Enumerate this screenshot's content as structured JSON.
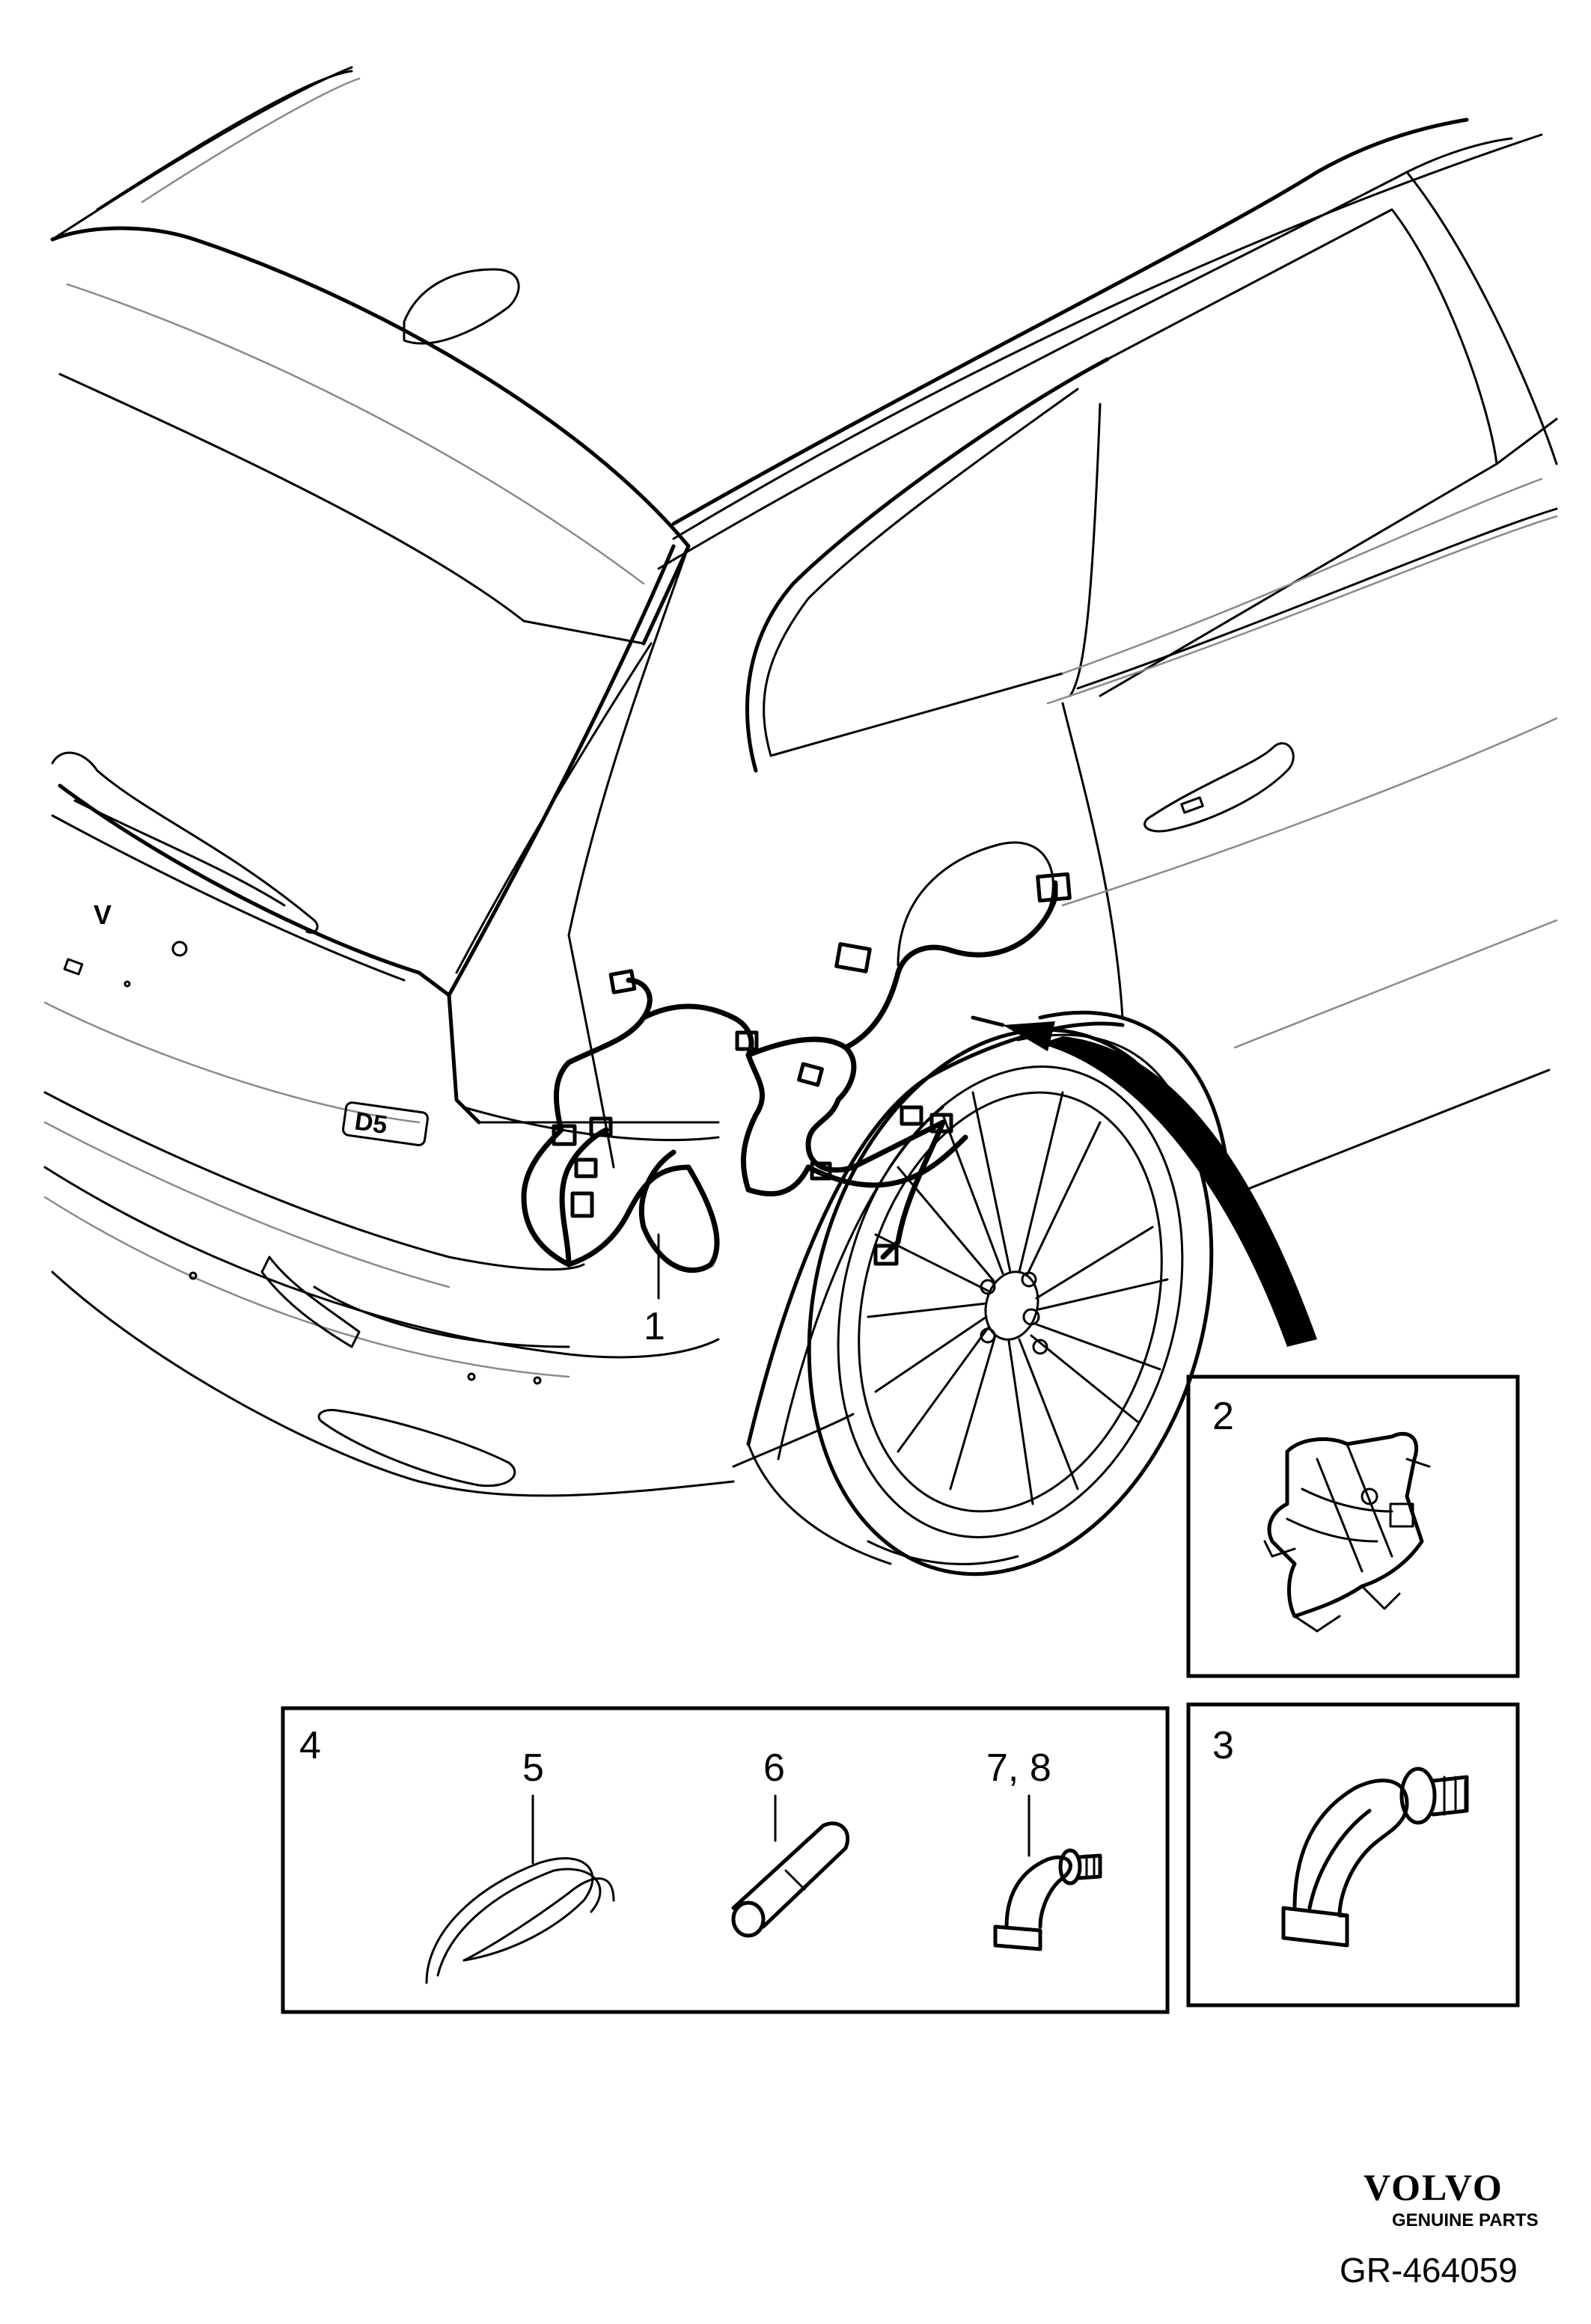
{
  "callouts": {
    "harness": "1",
    "bracket": "2",
    "clip": "3",
    "kit": "4",
    "cable": "5",
    "fuse": "6",
    "clips_small": "7, 8"
  },
  "brand": {
    "name": "VOLVO",
    "tagline": "GENUINE PARTS"
  },
  "reference": "GR-464059",
  "badge_text": "D5",
  "colors": {
    "line": "#000000",
    "secondary_line": "#8a8a8a",
    "background": "#ffffff"
  }
}
